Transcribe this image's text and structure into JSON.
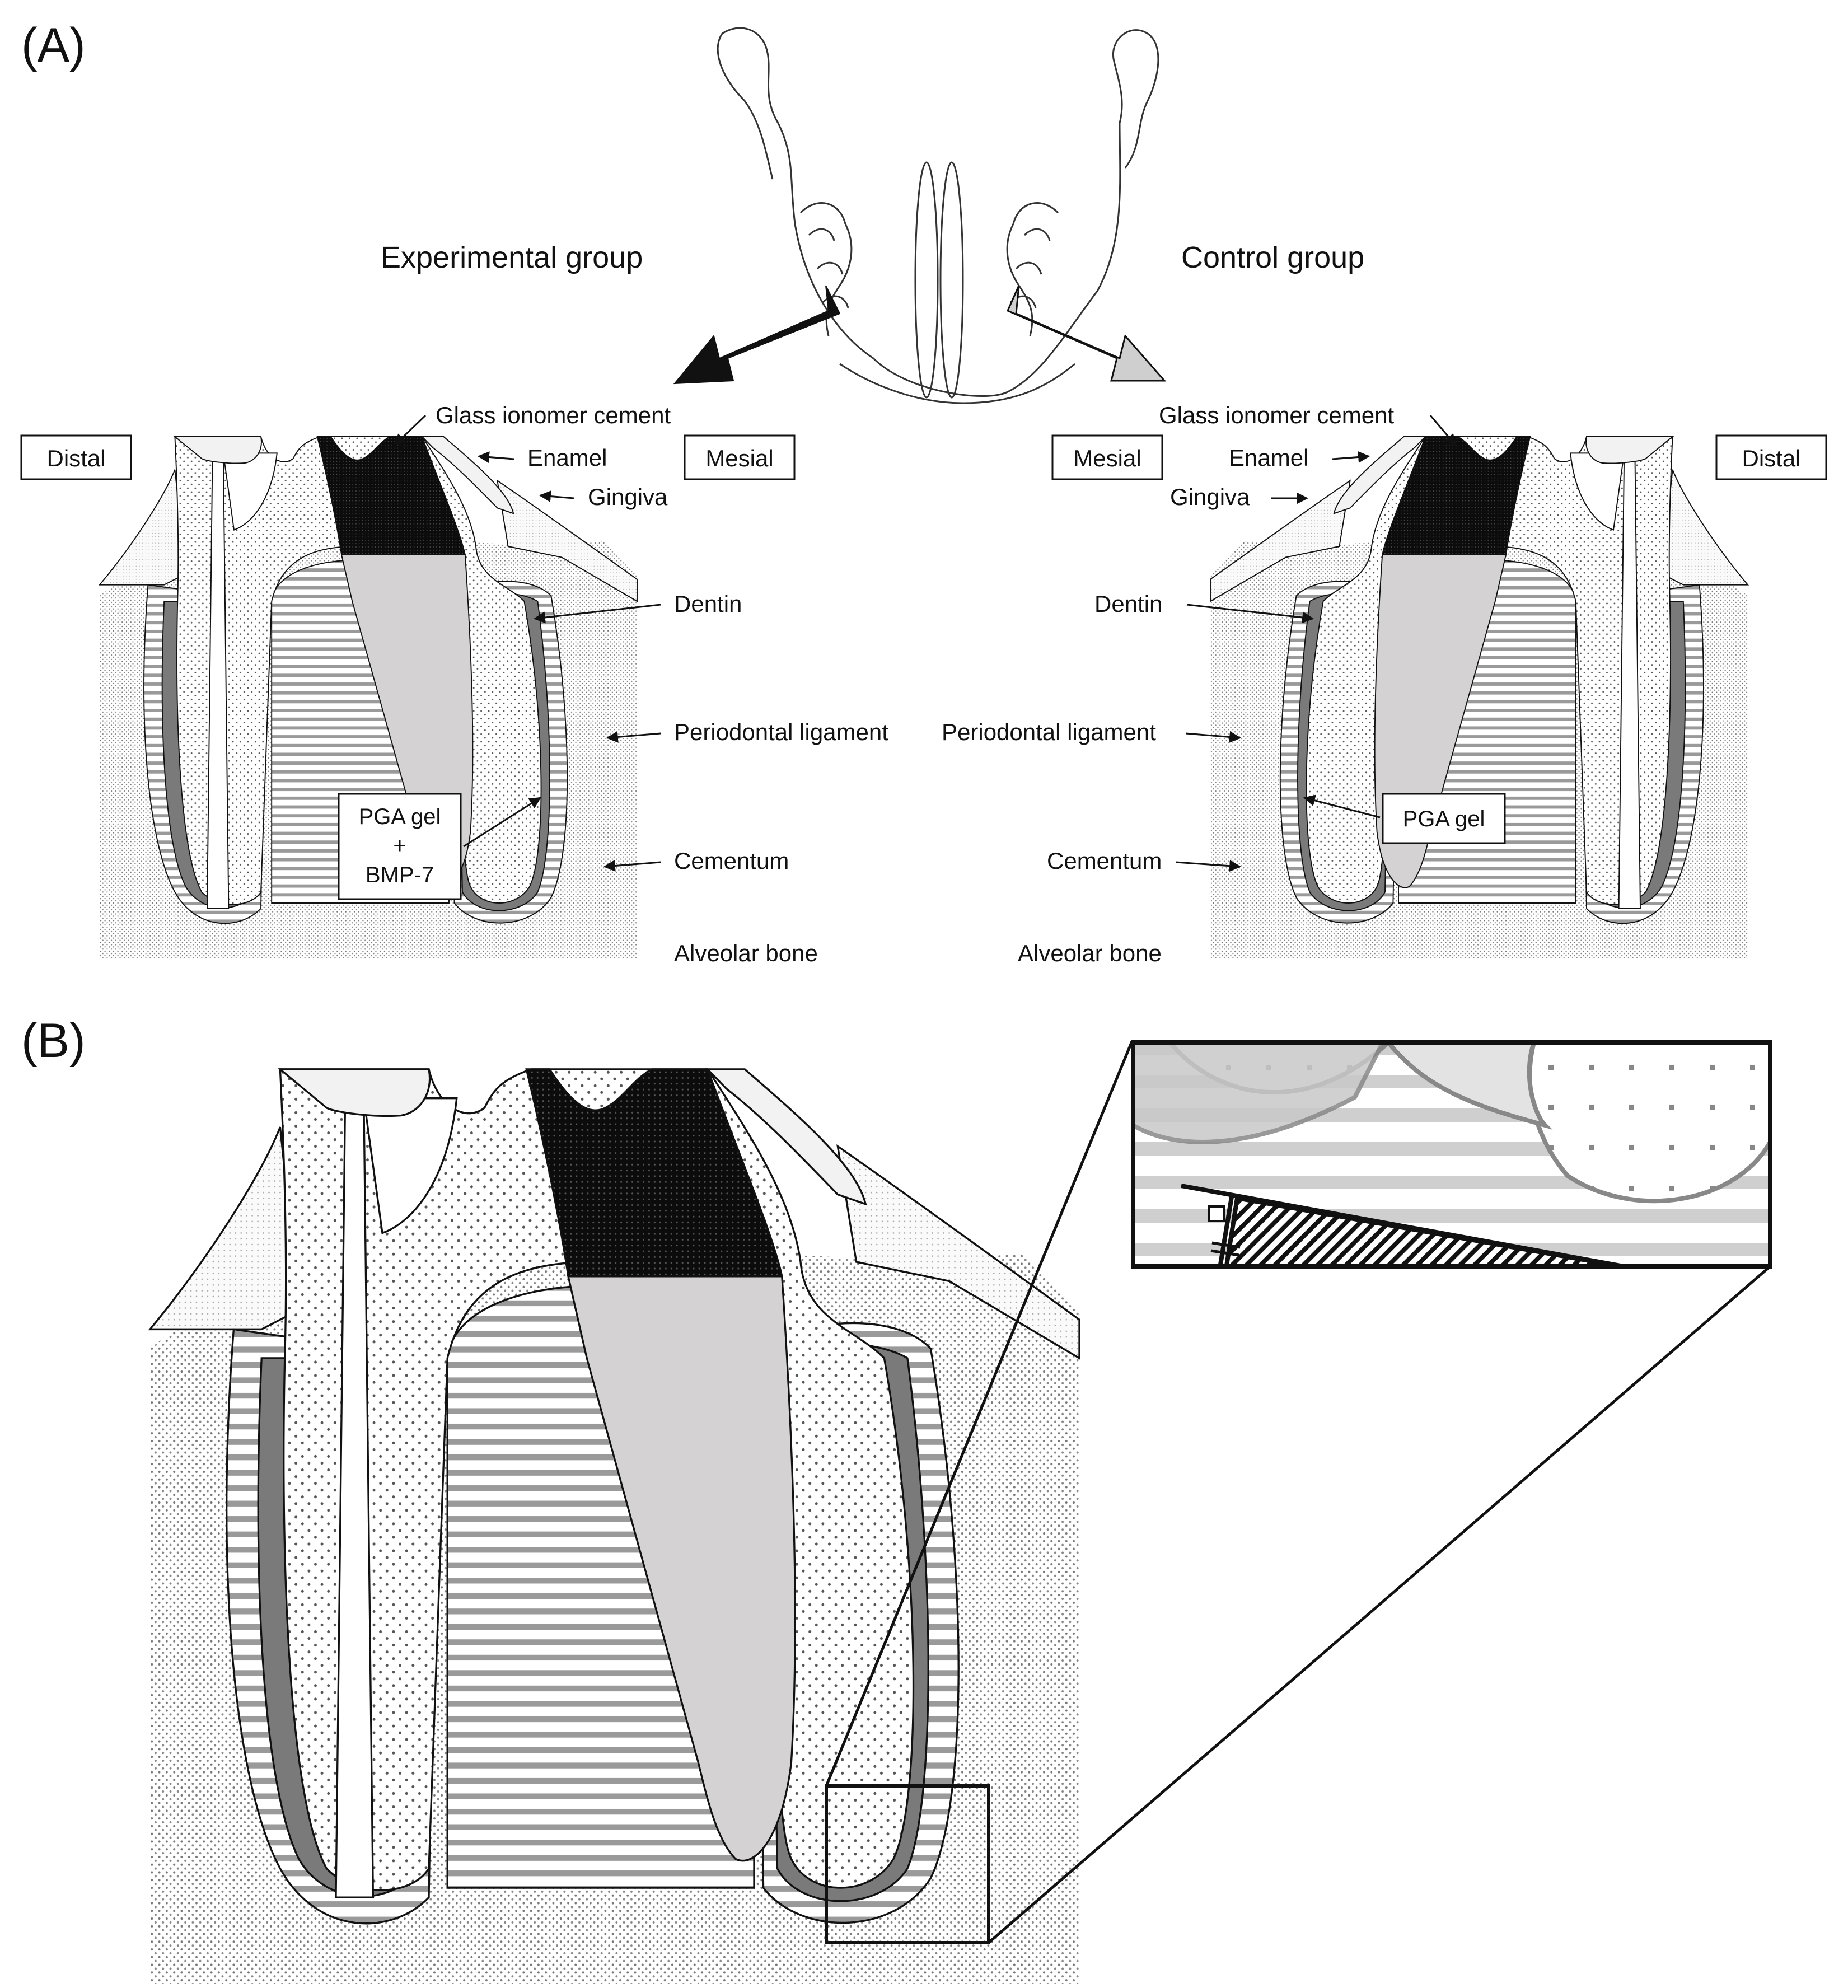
{
  "panel_a": {
    "letter": "(A)",
    "experimental_title": "Experimental group",
    "control_title": "Control group",
    "experimental": {
      "distal": "Distal",
      "mesial": "Mesial",
      "glass_ionomer": "Glass ionomer cement",
      "enamel": "Enamel",
      "gingiva": "Gingiva",
      "dentin": "Dentin",
      "pdl": "Periodontal ligament",
      "gel_line1": "PGA gel",
      "gel_line2": "+",
      "gel_line3": "BMP-7",
      "cementum": "Cementum",
      "bone": "Alveolar bone"
    },
    "control": {
      "mesial": "Mesial",
      "distal": "Distal",
      "glass_ionomer": "Glass ionomer cement",
      "enamel": "Enamel",
      "gingiva": "Gingiva",
      "dentin": "Dentin",
      "pdl": "Periodontal ligament",
      "gel": "PGA gel",
      "cementum": "Cementum",
      "bone": "Alveolar bone"
    }
  },
  "panel_b": {
    "letter": "(B)"
  },
  "colors": {
    "ink": "#111111",
    "dentin": "#d4d2d3",
    "cementum": "#777777",
    "gingiva": "#f0f0f0",
    "ligament_stripe": "#c8c8c8",
    "cement_fill": "#111111",
    "control_arrow": "#cfcfcf"
  }
}
